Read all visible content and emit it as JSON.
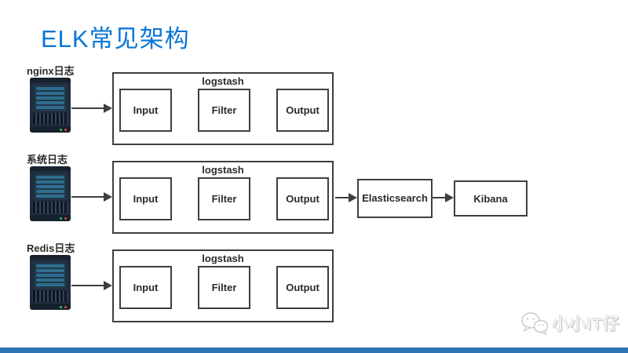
{
  "title": "ELK常见架构",
  "rows": [
    {
      "source": "nginx日志",
      "pipeline": "logstash",
      "stages": [
        "Input",
        "Filter",
        "Output"
      ]
    },
    {
      "source": "系统日志",
      "pipeline": "logstash",
      "stages": [
        "Input",
        "Filter",
        "Output"
      ]
    },
    {
      "source": "Redis日志",
      "pipeline": "logstash",
      "stages": [
        "Input",
        "Filter",
        "Output"
      ]
    }
  ],
  "elasticsearch_label": "Elasticsearch",
  "kibana_label": "Kibana",
  "watermark": {
    "icon": "wechat-icon",
    "text": "小小IT仔"
  },
  "colors": {
    "title_blue": "#0b76d6",
    "box_border": "#3f3f3f",
    "accent_bar": "#2e75b6",
    "server_body": "#1f2d3d",
    "server_stripe": "#2e6e8e",
    "led_green": "#3ec14d",
    "led_red": "#d9463e"
  }
}
